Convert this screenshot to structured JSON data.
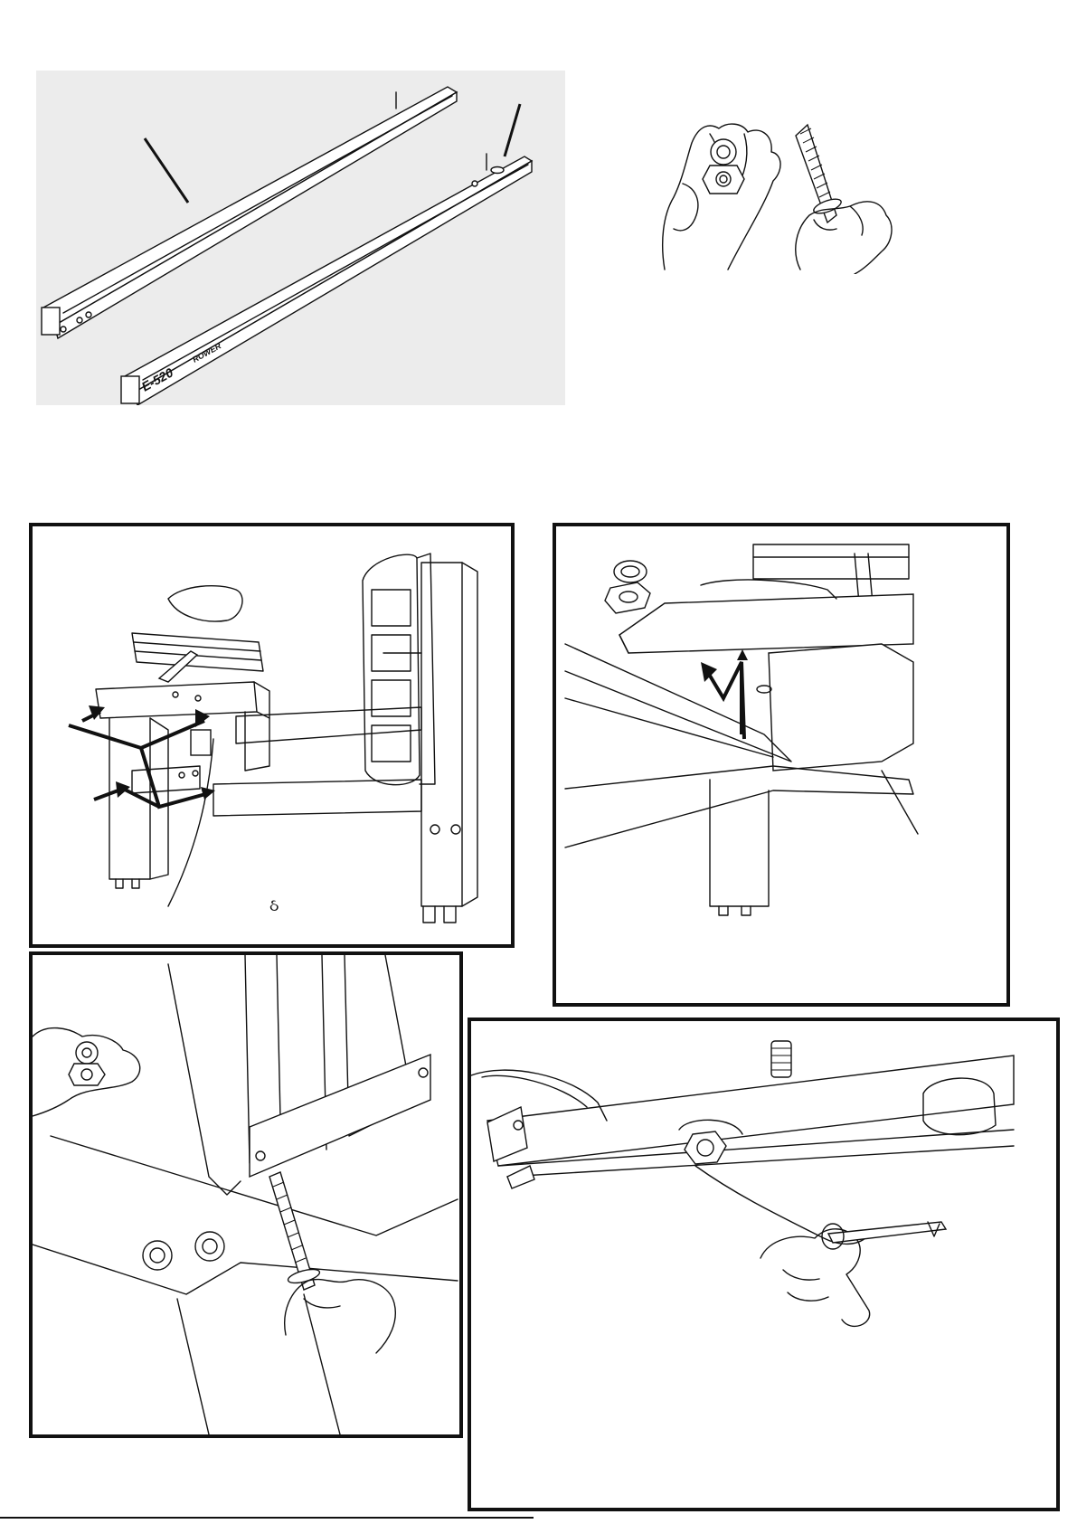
{
  "page": {
    "type": "assembly instruction sheet"
  },
  "rail_marking": {
    "model_text": "E-520",
    "brand_text": "ROWER"
  },
  "figures": {
    "rails": {
      "callouts": 2
    },
    "hand_hardware": {
      "items": [
        "nut",
        "washer",
        "bolt"
      ]
    },
    "panel_a": {
      "arrows": 4
    },
    "panel_b": {
      "arrows": 2
    },
    "panel_c": {},
    "panel_d": {}
  },
  "footnote_mark": "ઠ"
}
